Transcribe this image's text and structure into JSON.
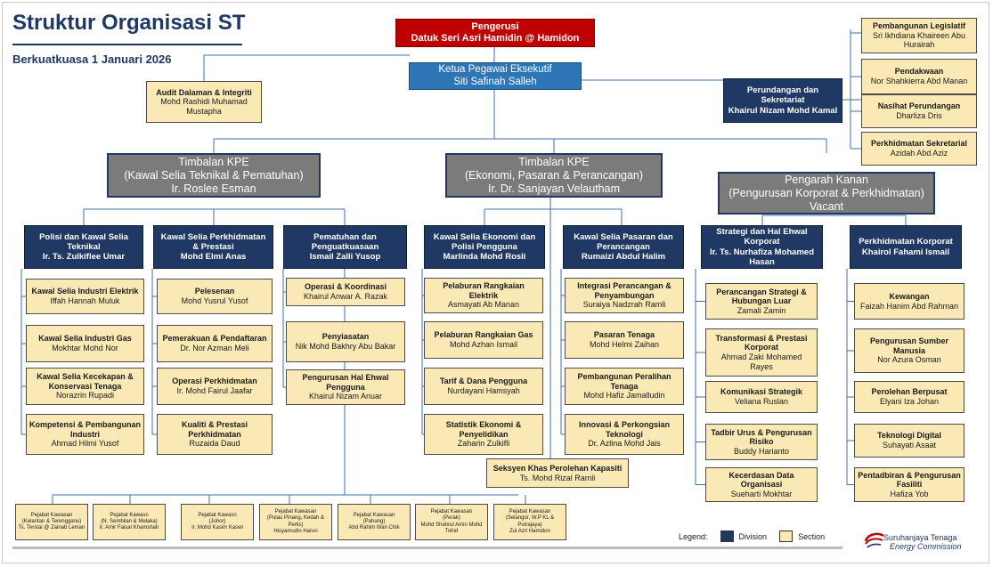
{
  "header": {
    "title": "Struktur Organisasi ST",
    "subtitle": "Berkuatkuasa 1 Januari 2026"
  },
  "top": {
    "pengerusi": {
      "title": "Pengerusi",
      "name": "Datuk Seri Asri Hamidin @ Hamidon"
    },
    "ceo": {
      "title": "Ketua Pegawai Eksekutif",
      "name": "Siti Safinah Salleh"
    },
    "audit": {
      "title": "Audit Dalaman & Integriti",
      "name": "Mohd Rashidi Muhamad Mustapha"
    },
    "legal": {
      "title": "Perundangan dan Sekretariat",
      "name": "Khairul Nizam Mohd Kamal"
    }
  },
  "legal_sections": [
    {
      "title": "Pembangunan Legislatif",
      "name": "Sri Ikhdiana Khaireen Abu Hurairah"
    },
    {
      "title": "Pendakwaan",
      "name": "Nor Shahkierra Abd Manan"
    },
    {
      "title": "Nasihat Perundangan",
      "name": "Dharliza Dris"
    },
    {
      "title": "Perkhidmatan Sekretarial",
      "name": "Azidah Abd Aziz"
    }
  ],
  "deputies": [
    {
      "title": "Timbalan KPE",
      "sub": "(Kawal Selia Teknikal & Pematuhan)",
      "name": "Ir. Roslee Esman"
    },
    {
      "title": "Timbalan KPE",
      "sub": "(Ekonomi, Pasaran & Perancangan)",
      "name": "Ir. Dr. Sanjayan Velautham"
    },
    {
      "title": "Pengarah Kanan",
      "sub": "(Pengurusan Korporat & Perkhidmatan)",
      "name": "Vacant"
    }
  ],
  "divisions": [
    {
      "title": "Polisi dan Kawal Selia Teknikal",
      "name": "Ir. Ts. Zulkiflee Umar"
    },
    {
      "title": "Kawal Selia Perkhidmatan & Prestasi",
      "name": "Mohd Elmi Anas"
    },
    {
      "title": "Pematuhan dan Penguatkuasaan",
      "name": "Ismail Zalli Yusop"
    },
    {
      "title": "Kawal Selia Ekonomi dan Polisi Pengguna",
      "name": "Marlinda Mohd Rosli"
    },
    {
      "title": "Kawal Selia Pasaran dan Perancangan",
      "name": "Rumaizi Abdul Halim"
    },
    {
      "title": "Strategi dan Hal Ehwal Korporat",
      "name": "Ir. Ts. Nurhafiza Mohamed Hasan"
    },
    {
      "title": "Perkhidmatan Korporat",
      "name": "Khairol Fahami Ismail"
    }
  ],
  "sections": [
    [
      {
        "title": "Kawal Selia Industri Elektrik",
        "name": "Iffah Hannah Muluk"
      },
      {
        "title": "Kawal Selia Industri Gas",
        "name": "Mokhtar Mohd Nor"
      },
      {
        "title": "Kawal Selia Kecekapan & Konservasi Tenaga",
        "name": "Norazrin Rupadi"
      },
      {
        "title": "Kompetensi & Pembangunan Industri",
        "name": "Ahmad Hilmi Yusof"
      }
    ],
    [
      {
        "title": "Pelesenan",
        "name": "Mohd Yusrul Yusof"
      },
      {
        "title": "Pemerakuan & Pendaftaran",
        "name": "Dr. Nor Azman Meli"
      },
      {
        "title": "Operasi Perkhidmatan",
        "name": "Ir. Mohd Fairul Jaafar"
      },
      {
        "title": "Kualiti & Prestasi Perkhidmatan",
        "name": "Ruzaida Daud"
      }
    ],
    [
      {
        "title": "Operasi & Koordinasi",
        "name": "Khairul Anwar A. Razak"
      },
      {
        "title": "Penyiasatan",
        "name": "Nik Mohd Bakhry Abu Bakar"
      },
      {
        "title": "Pengurusan Hal Ehwal Pengguna",
        "name": "Khairul Nizam Anuar"
      }
    ],
    [
      {
        "title": "Pelaburan Rangkaian Elektrik",
        "name": "Asmayati Ab Manan"
      },
      {
        "title": "Pelaburan Rangkaian Gas",
        "name": "Mohd Azhan Ismail"
      },
      {
        "title": "Tarif & Dana Pengguna",
        "name": "Nurdayani Hamsyah"
      },
      {
        "title": "Statistik Ekonomi & Penyelidikan",
        "name": "Zaharin Zulkifli"
      }
    ],
    [
      {
        "title": "Integrasi Perancangan & Penyambungan",
        "name": "Suraiya Nadzrah Ramli"
      },
      {
        "title": "Pasaran Tenaga",
        "name": "Mohd Helmi Zaihan"
      },
      {
        "title": "Pembangunan Peralihan Tenaga",
        "name": "Mohd Hafiz Jamalludin"
      },
      {
        "title": "Innovasi & Perkongsian Teknologi",
        "name": "Dr. Azlina Mohd Jais"
      }
    ],
    [
      {
        "title": "Perancangan Strategi & Hubungan Luar",
        "name": "Zamali Zamin"
      },
      {
        "title": "Transformasi & Prestasi Korporat",
        "name": "Ahmad Zaki Mohamed Rayes"
      },
      {
        "title": "Komunikasi Strategik",
        "name": "Veliana Ruslan"
      },
      {
        "title": "Tadbir Urus & Pengurusan Risiko",
        "name": "Buddy Harianto"
      },
      {
        "title": "Kecerdasan Data Organisasi",
        "name": "Sueharti Mokhtar"
      }
    ],
    [
      {
        "title": "Kewangan",
        "name": "Faizah Hanim Abd Rahman"
      },
      {
        "title": "Pengurusan Sumber Manusia",
        "name": "Nor Azura Osman"
      },
      {
        "title": "Perolehan Berpusat",
        "name": "Elyani Iza Johan"
      },
      {
        "title": "Teknologi Digital",
        "name": "Suhayati Asaat"
      },
      {
        "title": "Pentadbiran & Pengurusan Fasiliti",
        "name": "Hafiza Yob"
      }
    ]
  ],
  "special": {
    "title": "Seksyen Khas Perolehan Kapasiti",
    "name": "Ts. Mohd Rizal Ramli"
  },
  "regional": [
    {
      "title": "Pejabat Kawasan",
      "area": "(Kelantan & Terengganu)",
      "name": "Ts. Terstai @ Zainab Leman"
    },
    {
      "title": "Pejabat Kawasn",
      "area": "(N. Sembilan & Melaka)",
      "name": "Ir. Amir Faisal Khamshah"
    },
    {
      "title": "Pejabat Kawasn",
      "area": "(Johor)",
      "name": "Ir. Mohd Kasim Kaswi"
    },
    {
      "title": "Pejabat Kawasan",
      "area": "(Pulau Pinang, Kedah & Perlis)",
      "name": "Hisyamudin Harun"
    },
    {
      "title": "Pejabat Kawasan",
      "area": "(Pahang)",
      "name": "Abd Rahim Wan Chik"
    },
    {
      "title": "Pejabat Kawasan",
      "area": "(Perak)",
      "name": "Mohd Shahrul Amin Mohd Tohid"
    },
    {
      "title": "Pejabat Kawasan",
      "area": "(Selangor, W.P KL & Putrajaya)",
      "name": "Zul Azri Hamidon"
    }
  ],
  "legend": {
    "label": "Legend:",
    "division": "Division",
    "section": "Section"
  },
  "logo": {
    "name": "Suruhanjaya Tenaga",
    "subtitle": "Energy Commission"
  },
  "colors": {
    "pengerusi": "#c00000",
    "ceo": "#2e75b6",
    "division": "#1f3864",
    "section": "#fbe9b5",
    "deputy": "#7b7b7b",
    "title_text": "#1f3864"
  }
}
